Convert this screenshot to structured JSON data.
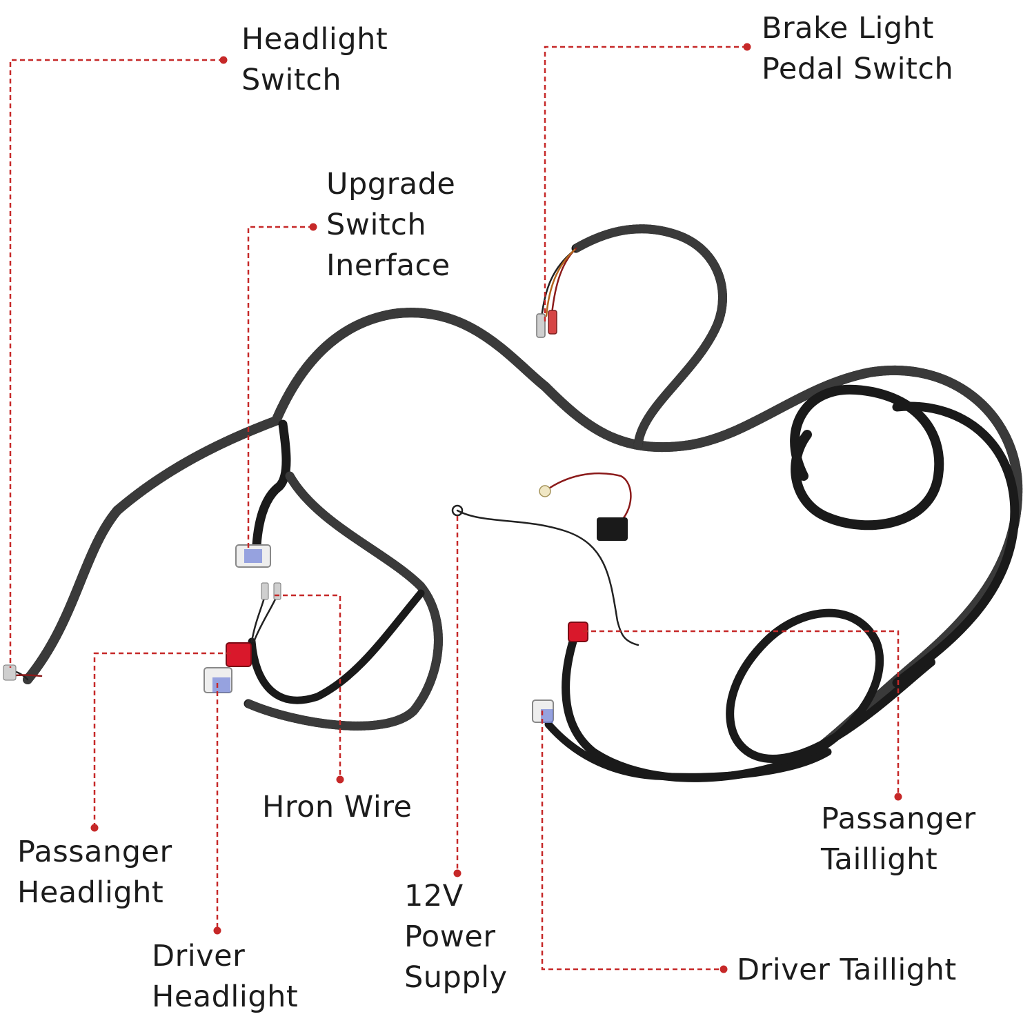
{
  "colors": {
    "leader": "#c62828",
    "cable": "#1a1a1a",
    "text": "#1c1c1c",
    "background": "#ffffff"
  },
  "labels": {
    "headlight_switch": [
      "Headlight",
      "Switch"
    ],
    "brake_light_pedal_switch": [
      "Brake Light",
      "Pedal Switch"
    ],
    "upgrade_switch_interface": [
      "Upgrade",
      "Switch",
      "Inerface"
    ],
    "horn_wire": [
      "Hron Wire"
    ],
    "passenger_headlight": [
      "Passanger",
      "Headlight"
    ],
    "driver_headlight": [
      "Driver",
      "Headlight"
    ],
    "power_supply": [
      "12V",
      "Power",
      "Supply"
    ],
    "passenger_taillight": [
      "Passanger",
      "Taillight"
    ],
    "driver_taillight": [
      "Driver Taillight"
    ]
  }
}
